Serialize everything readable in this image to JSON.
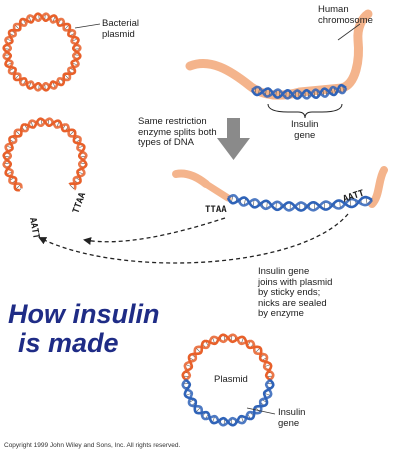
{
  "labels": {
    "bacterial_plasmid": [
      "Bacterial",
      "plasmid"
    ],
    "human_chromosome": [
      "Human",
      "chromosome"
    ],
    "insulin_gene_top": [
      "Insulin",
      "gene"
    ],
    "restriction_note": [
      "Same restriction",
      "enzyme splits both",
      "types of DNA"
    ],
    "join_note": [
      "Insulin gene",
      "joins with plasmid",
      "by sticky ends;",
      "nicks are sealed",
      "by enzyme"
    ],
    "plasmid": "Plasmid",
    "insulin_gene_bottom": [
      "Insulin",
      "gene"
    ]
  },
  "sticky_ends": {
    "plasmid_left": "AATT",
    "plasmid_right": "TTAA",
    "gene_left": "TTAA",
    "gene_right": "AATT"
  },
  "title": [
    "How insulin",
    "is made"
  ],
  "copyright": "Copyright 1999 John Wiley and Sons, Inc. All rights reserved.",
  "colors": {
    "dna_orange": "#e8602a",
    "insulin_blue": "#2f63b8",
    "chromosome": "#f4b48c",
    "arrow_gray": "#7f7f7f",
    "title_blue": "#1f2c86"
  }
}
